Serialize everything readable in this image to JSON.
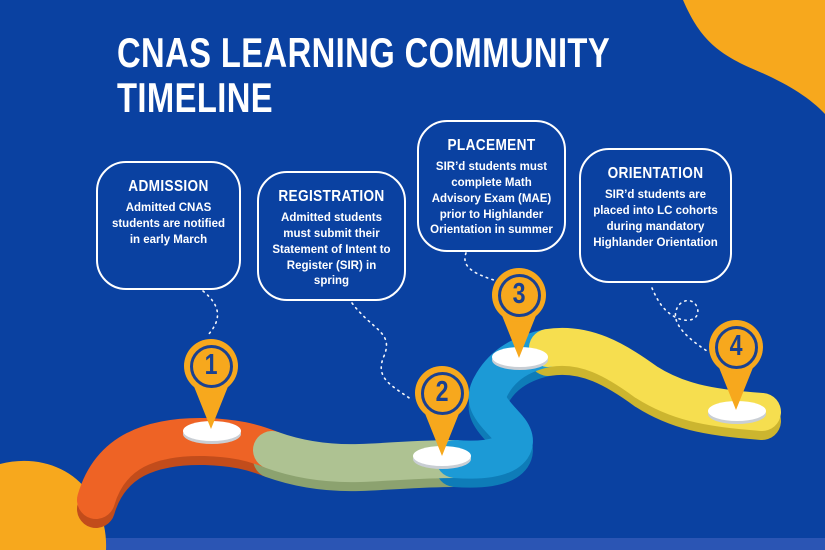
{
  "title": {
    "line1": "CNAS LEARNING COMMUNITY",
    "line2": "TIMELINE"
  },
  "milestones": [
    {
      "number": "1",
      "title": "ADMISSION",
      "description": "Admitted CNAS students are notified in early March"
    },
    {
      "number": "2",
      "title": "REGISTRATION",
      "description": "Admitted students must submit their Statement of Intent to Register (SIR) in spring"
    },
    {
      "number": "3",
      "title": "PLACEMENT",
      "description": "SIR’d students must complete Math Advisory Exam (MAE) prior to Highlander Orientation in summer"
    },
    {
      "number": "4",
      "title": "ORIENTATION",
      "description": "SIR’d students are placed into LC cohorts during mandatory Highlander Orientation"
    }
  ],
  "colors": {
    "background_blue": "#0a41a1",
    "bottom_strip_blue": "#2b55b4",
    "accent_gold": "#f7a81d",
    "pin_ring_blue": "#1a4191",
    "road_orange": "#ee6325",
    "road_orange_dark": "#c24c1b",
    "road_green": "#aec292",
    "road_green_dark": "#8ca26f",
    "road_blue": "#1c9ad6",
    "road_blue_dark": "#0e7cb8",
    "road_yellow": "#f6de4f",
    "road_yellow_dark": "#ccb52f",
    "marker_white": "#ffffff",
    "card_border_white": "#ffffff",
    "text_white": "#ffffff"
  }
}
